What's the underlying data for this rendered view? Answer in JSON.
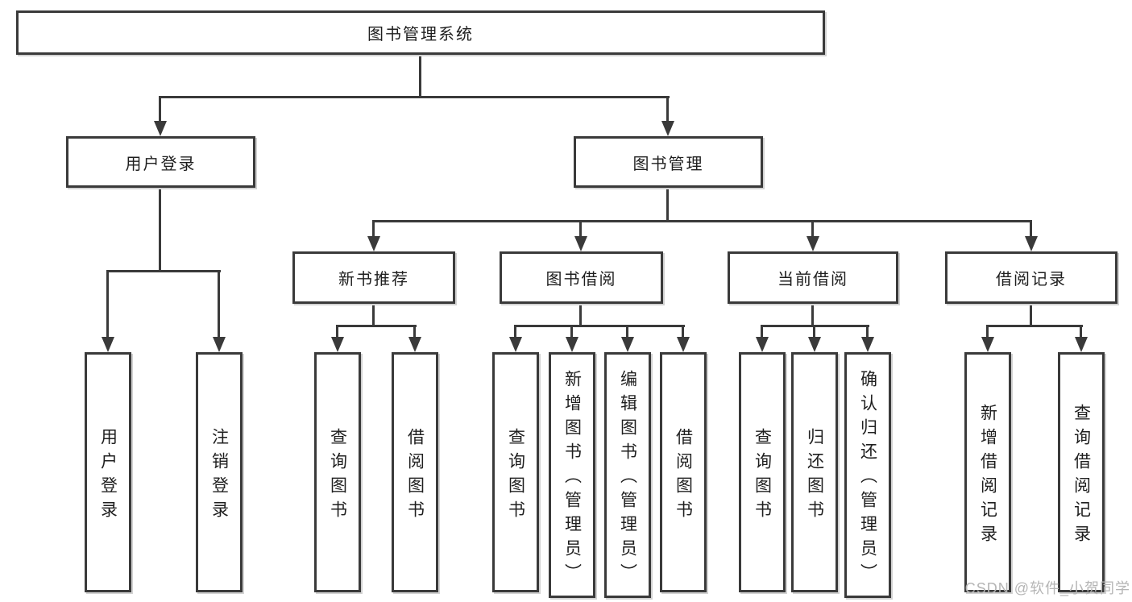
{
  "nodes": {
    "root": "图书管理系统",
    "level2": [
      "用户登录",
      "图书管理"
    ],
    "level3": [
      "新书推荐",
      "图书借阅",
      "当前借阅",
      "借阅记录"
    ],
    "leaves_user_login": [
      "用户登录",
      "注销登录"
    ],
    "leaves_new_book": [
      "查询图书",
      "借阅图书"
    ],
    "leaves_book_borrow": [
      "查询图书",
      "新增图书（管理员）",
      "编辑图书（管理员）",
      "借阅图书"
    ],
    "leaves_current_borrow": [
      "查询图书",
      "归还图书",
      "确认归还（管理员）"
    ],
    "leaves_borrow_record": [
      "新增借阅记录",
      "查询借阅记录"
    ]
  },
  "watermark": {
    "text": "CSDN @软件_小贺同学"
  },
  "colors": {
    "line": "#3a3a3a",
    "text": "#1f1f1f",
    "box_background": "#ffffff",
    "watermark": "#b5b5b5",
    "page_background": "#ffffff"
  }
}
